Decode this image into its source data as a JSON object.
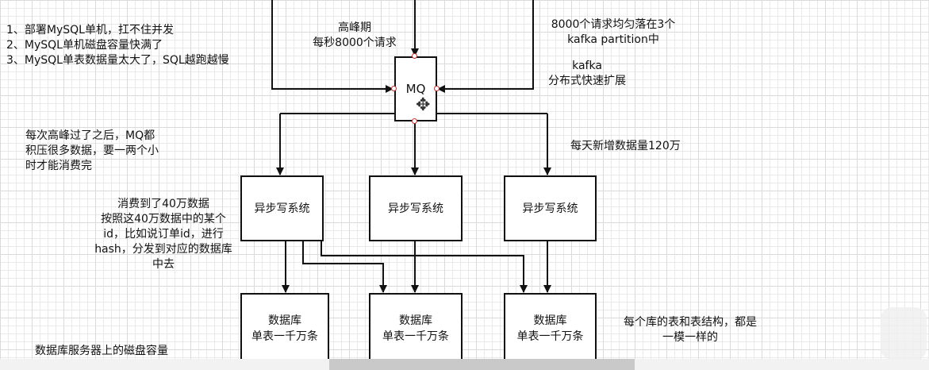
{
  "notes": {
    "problems": [
      "1、部署MySQL单机，扛不住并发",
      "2、MySQL单机磁盘容量快满了",
      "3、MySQL单表数据量太大了，SQL越跑越慢"
    ],
    "peak": [
      "高峰期",
      "每秒8000个请求"
    ],
    "partition": [
      "8000个请求均匀落在3个",
      "kafka partition中"
    ],
    "kafka": [
      "kafka",
      "分布式快速扩展"
    ],
    "backlog": [
      "每次高峰过了之后，MQ都",
      "积压很多数据，要一两个小",
      "时才能消费完"
    ],
    "daily": "每天新增数据量120万",
    "hash": [
      "消费到了40万数据",
      "按照这40万数据中的某个",
      "id，比如说订单id，进行",
      "hash，分发到对应的数据库",
      "中去"
    ],
    "schema": [
      "每个库的表和表结构，都是",
      "一模一样的"
    ],
    "disk": "数据库服务器上的磁盘容量"
  },
  "mq": {
    "label": "MQ"
  },
  "writers": [
    {
      "label": "异步写系统"
    },
    {
      "label": "异步写系统"
    },
    {
      "label": "异步写系统"
    }
  ],
  "databases": [
    {
      "line1": "数据库",
      "line2": "单表一千万条"
    },
    {
      "line1": "数据库",
      "line2": "单表一千万条"
    },
    {
      "line1": "数据库",
      "line2": "单表一千万条"
    }
  ],
  "icons": {
    "cursor": "move-cursor-icon"
  }
}
